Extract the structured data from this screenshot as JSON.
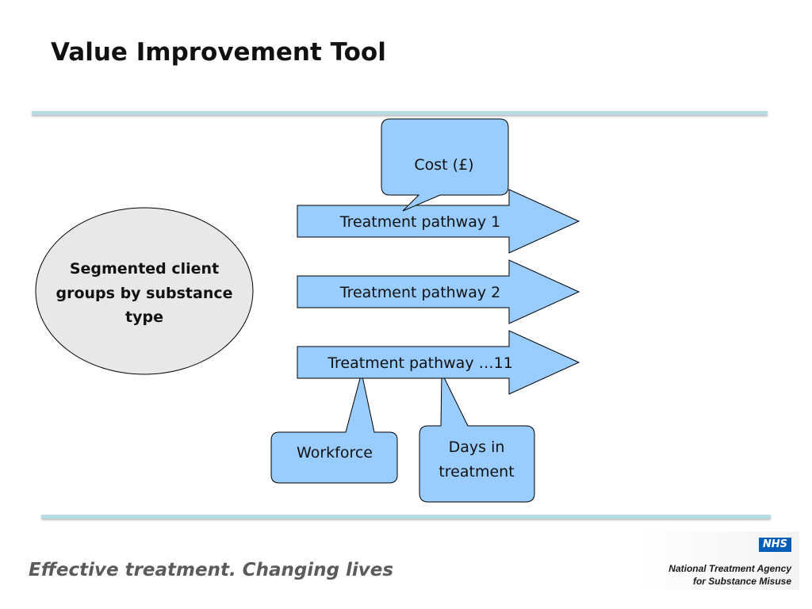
{
  "slide": {
    "title": "Value Improvement Tool"
  },
  "diagram": {
    "client_groups": {
      "line1": "Segmented client",
      "line2": "groups  by substance",
      "line3": "type"
    },
    "pathways": [
      {
        "label": "Treatment pathway 1"
      },
      {
        "label": "Treatment pathway 2"
      },
      {
        "label": "Treatment pathway …11"
      }
    ],
    "callouts": {
      "cost": "Cost (£)",
      "workforce": "Workforce",
      "days_line1": "Days in",
      "days_line2": "treatment"
    },
    "colors": {
      "shape_fill": "#99ccff",
      "ellipse_fill": "#e8e8e8",
      "outline": "#000000"
    }
  },
  "footer": {
    "tagline": "Effective treatment. Changing lives",
    "nhs_badge": "NHS",
    "agency_line1": "National Treatment Agency",
    "agency_line2": "for Substance Misuse"
  }
}
